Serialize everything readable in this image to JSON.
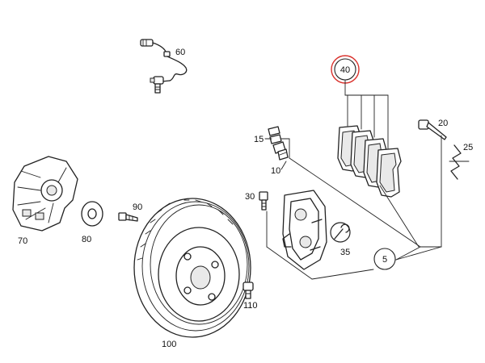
{
  "diagram": {
    "parts": [
      {
        "id": "p60",
        "label": "60",
        "name": "brake-wear-sensor"
      },
      {
        "id": "p40",
        "label": "40",
        "name": "brake-pad-set",
        "highlight_color": "#d9302b"
      },
      {
        "id": "p15",
        "label": "15",
        "name": "guide-pin-cap"
      },
      {
        "id": "p10",
        "label": "10",
        "name": "guide-pin"
      },
      {
        "id": "p20",
        "label": "20",
        "name": "pad-retaining-pin"
      },
      {
        "id": "p25",
        "label": "25",
        "name": "spreader-spring"
      },
      {
        "id": "p30",
        "label": "30",
        "name": "caliper-bolt"
      },
      {
        "id": "p35",
        "label": "35",
        "name": "bleeder-screw"
      },
      {
        "id": "p5",
        "label": "5",
        "name": "brake-caliper-assembly"
      },
      {
        "id": "p70",
        "label": "70",
        "name": "splash-shield"
      },
      {
        "id": "p80",
        "label": "80",
        "name": "washer"
      },
      {
        "id": "p90",
        "label": "90",
        "name": "shield-bolt"
      },
      {
        "id": "p100",
        "label": "100",
        "name": "brake-disc"
      },
      {
        "id": "p110",
        "label": "110",
        "name": "disc-bolt"
      }
    ]
  }
}
